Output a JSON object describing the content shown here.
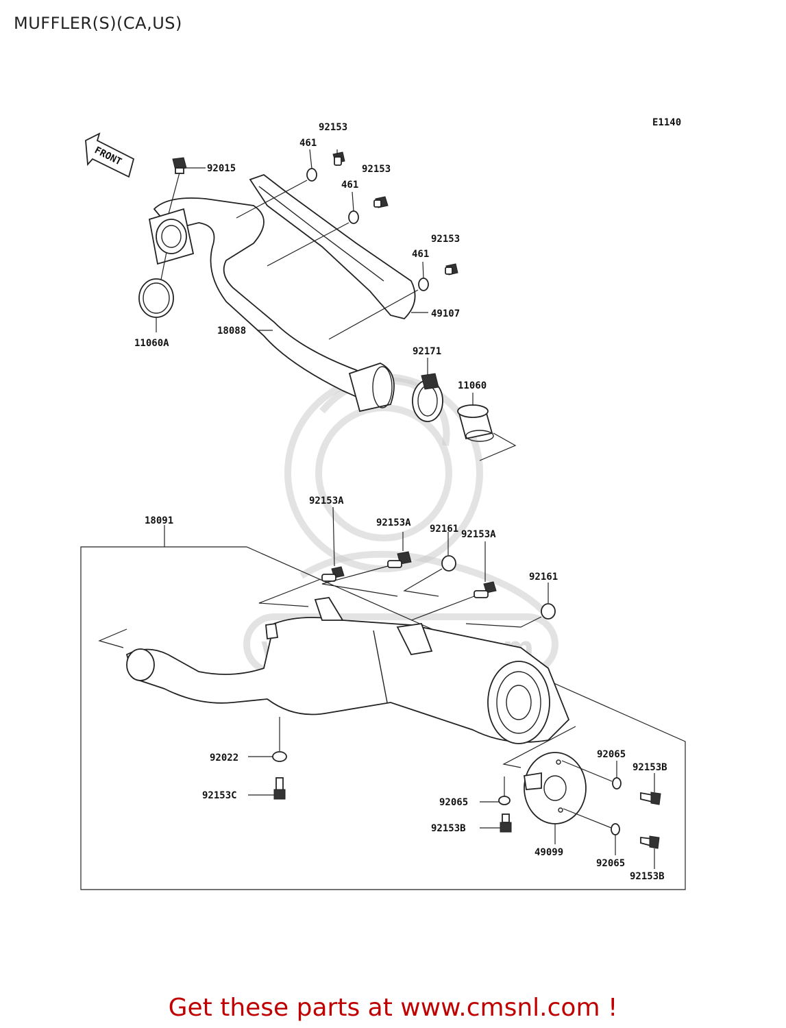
{
  "title": "MUFFLER(S)(CA,US)",
  "diagram_code": "E1140",
  "front_arrow_label": "FRONT",
  "watermark": "www.cmsnl.com",
  "footer_link": "Get these parts at www.cmsnl.com !",
  "part_labels": {
    "p92153_a": "92153",
    "p461_a": "461",
    "p92015": "92015",
    "p92153_b": "92153",
    "p461_b": "461",
    "p92153_c": "92153",
    "p461_c": "461",
    "p49107": "49107",
    "p11060A": "11060A",
    "p18088": "18088",
    "p92171": "92171",
    "p11060": "11060",
    "p18091": "18091",
    "p92153A_a": "92153A",
    "p92153A_b": "92153A",
    "p92161_a": "92161",
    "p92153A_c": "92153A",
    "p92161_b": "92161",
    "p92022": "92022",
    "p92153C": "92153C",
    "p92065_a": "92065",
    "p92153B_a": "92153B",
    "p92065_b": "92065",
    "p92153B_b": "92153B",
    "p49099": "49099",
    "p92065_c": "92065",
    "p92153B_c": "92153B"
  }
}
